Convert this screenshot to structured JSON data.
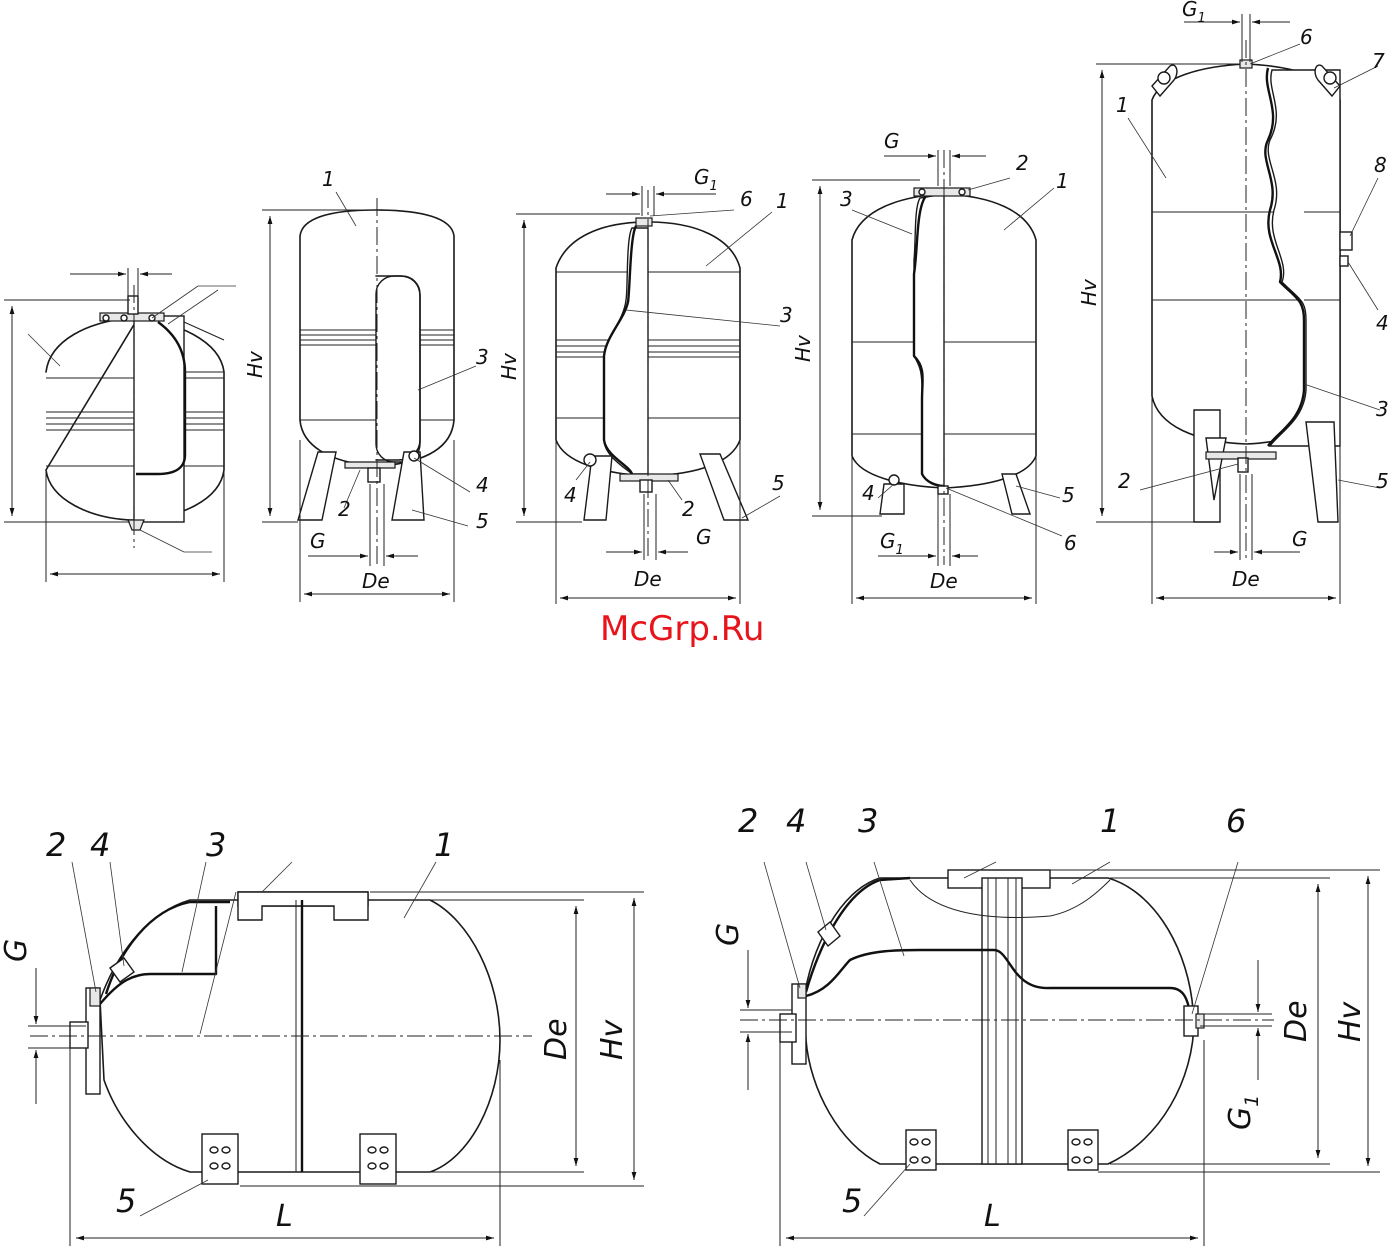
{
  "watermark": "McGrp.Ru",
  "labels": {
    "Hv": "Hv",
    "De": "De",
    "G": "G",
    "G1_base": "G",
    "G1_sub": "1",
    "L": "L"
  },
  "callouts": {
    "n1": "1",
    "n2": "2",
    "n3": "3",
    "n4": "4",
    "n5": "5",
    "n6": "6",
    "n7": "7",
    "n8": "8"
  }
}
